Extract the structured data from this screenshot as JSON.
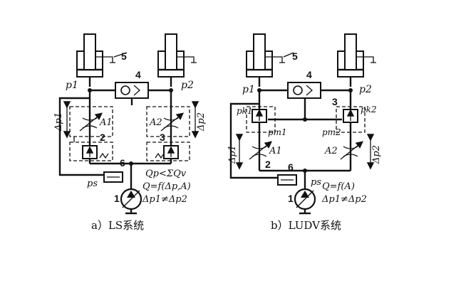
{
  "diagram_a": {
    "caption": "a）LS系统",
    "labels": {
      "p1": "p1",
      "p2": "p2",
      "dp1": "Δp1",
      "dp2": "Δp2",
      "A1": "A1",
      "A2": "A2",
      "ps": "ps",
      "eq1": "Qp<ΣQv",
      "eq2": "Q=f(Δp,A)",
      "eq3": "Δp1≠Δp2"
    },
    "callouts": {
      "n5": "5",
      "n4": "4",
      "n2": "2",
      "n3": "3",
      "n6": "6",
      "n1": "1"
    }
  },
  "diagram_b": {
    "caption": "b）LUDV系统",
    "labels": {
      "p1": "p1",
      "p2": "p2",
      "pk1": "pk1",
      "pk2": "pk2",
      "pm1": "pm1",
      "pm2": "pm2",
      "dp1": "Δp1",
      "dp2": "Δp2",
      "A1": "A1",
      "A2": "A2",
      "ps": "ps",
      "eq1": "Q=f(A)",
      "eq2": "Δp1≠Δp2"
    },
    "callouts": {
      "n5": "5",
      "n4": "4",
      "n3": "3",
      "n2": "2",
      "n6": "6",
      "n1": "1"
    }
  }
}
